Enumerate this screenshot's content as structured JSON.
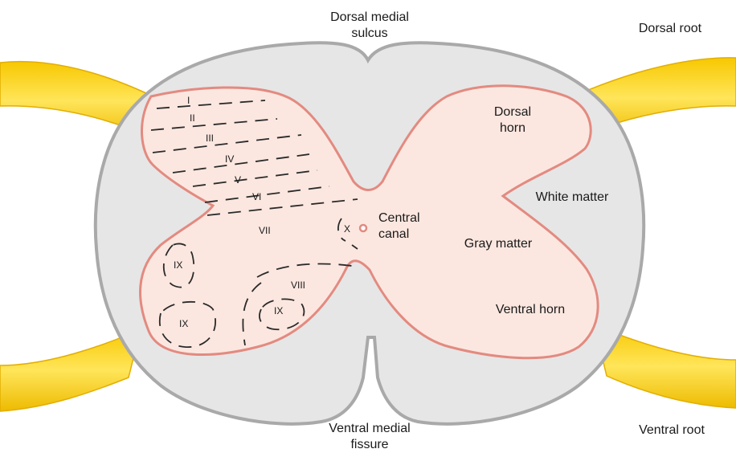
{
  "labels": {
    "dorsal_medial_sulcus": [
      "Dorsal medial",
      "sulcus"
    ],
    "dorsal_root": "Dorsal root",
    "dorsal_horn": [
      "Dorsal",
      "horn"
    ],
    "white_matter": "White matter",
    "central_canal": [
      "Central",
      "canal"
    ],
    "gray_matter": "Gray matter",
    "ventral_horn": "Ventral horn",
    "ventral_medial_fissure": [
      "Ventral medial",
      "fissure"
    ],
    "ventral_root": "Ventral root"
  },
  "laminae": [
    "I",
    "II",
    "III",
    "IV",
    "V",
    "VI",
    "VII",
    "VIII",
    "IX",
    "IX",
    "IX",
    "X"
  ],
  "colors": {
    "root_yellow": "#F2C200",
    "root_yellow_light": "#FFE24A",
    "white_matter_fill": "#E6E6E6",
    "white_matter_outline": "#A9A9A9",
    "gray_matter_fill": "#FBE7E0",
    "gray_matter_outline": "#E38A80",
    "dash": "#2a2a2a"
  }
}
